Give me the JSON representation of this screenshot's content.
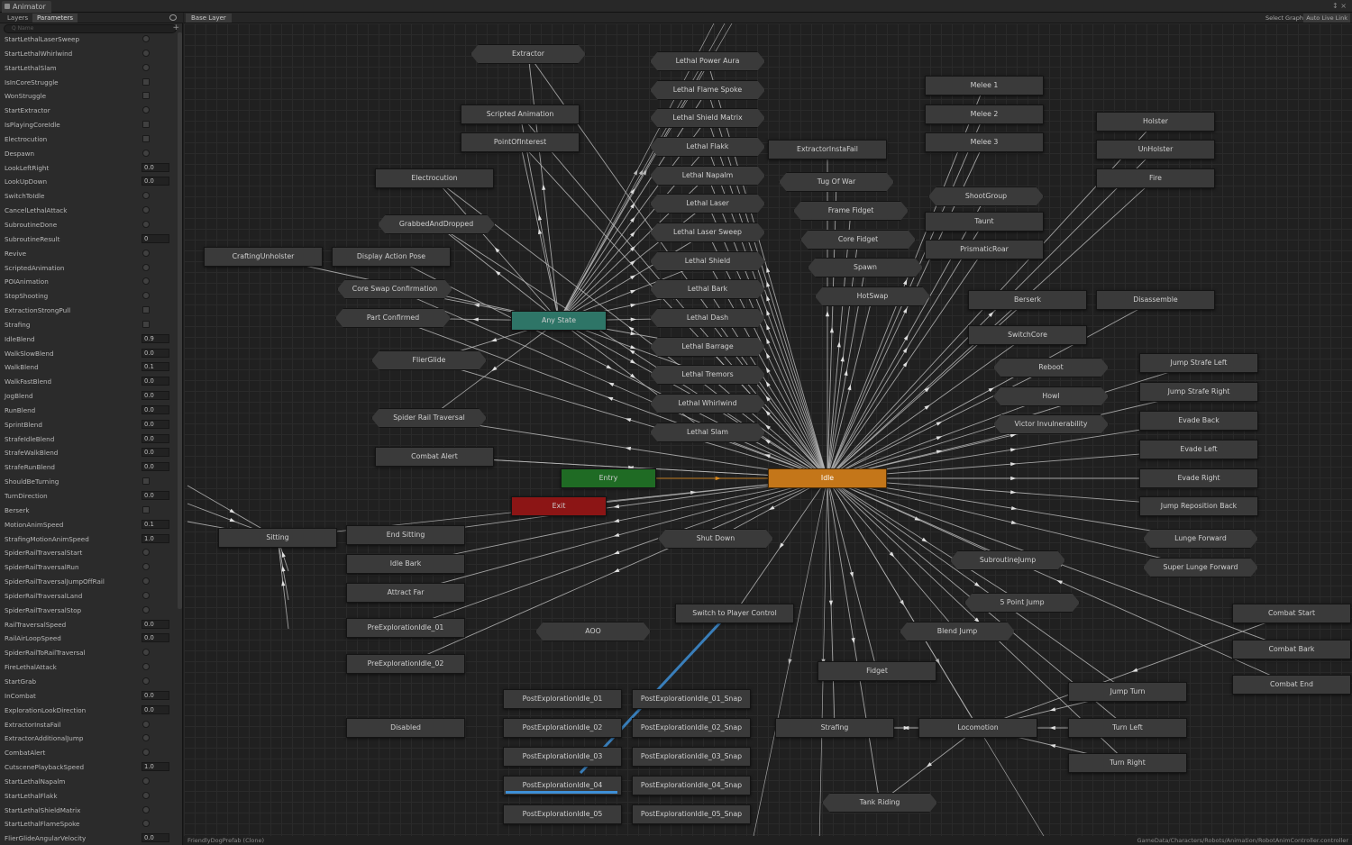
{
  "window": {
    "title": "Animator",
    "controls": "↕ ×"
  },
  "params_panel": {
    "tabs": [
      "Layers",
      "Parameters"
    ],
    "search_placeholder": "Q Name",
    "add_label": "+",
    "params": [
      {
        "name": "StartLethalLaserSweep",
        "kind": "trigger"
      },
      {
        "name": "StartLethalWhirlwind",
        "kind": "trigger"
      },
      {
        "name": "StartLethalSlam",
        "kind": "trigger"
      },
      {
        "name": "IsInCoreStruggle",
        "kind": "bool"
      },
      {
        "name": "WonStruggle",
        "kind": "bool"
      },
      {
        "name": "StartExtractor",
        "kind": "trigger"
      },
      {
        "name": "IsPlayingCoreIdle",
        "kind": "bool"
      },
      {
        "name": "Electrocution",
        "kind": "bool"
      },
      {
        "name": "Despawn",
        "kind": "trigger"
      },
      {
        "name": "LookLeftRight",
        "kind": "float",
        "value": "0.0"
      },
      {
        "name": "LookUpDown",
        "kind": "float",
        "value": "0.0"
      },
      {
        "name": "SwitchToIdle",
        "kind": "trigger"
      },
      {
        "name": "CancelLethalAttack",
        "kind": "trigger"
      },
      {
        "name": "SubroutineDone",
        "kind": "trigger"
      },
      {
        "name": "SubroutineResult",
        "kind": "int",
        "value": "0"
      },
      {
        "name": "Revive",
        "kind": "trigger"
      },
      {
        "name": "ScriptedAnimation",
        "kind": "trigger"
      },
      {
        "name": "POIAnimation",
        "kind": "trigger"
      },
      {
        "name": "StopShooting",
        "kind": "trigger"
      },
      {
        "name": "ExtractionStrongPull",
        "kind": "bool"
      },
      {
        "name": "Strafing",
        "kind": "bool"
      },
      {
        "name": "IdleBlend",
        "kind": "float",
        "value": "0.9"
      },
      {
        "name": "WalkSlowBlend",
        "kind": "float",
        "value": "0.0"
      },
      {
        "name": "WalkBlend",
        "kind": "float",
        "value": "0.1"
      },
      {
        "name": "WalkFastBlend",
        "kind": "float",
        "value": "0.0"
      },
      {
        "name": "JogBlend",
        "kind": "float",
        "value": "0.0"
      },
      {
        "name": "RunBlend",
        "kind": "float",
        "value": "0.0"
      },
      {
        "name": "SprintBlend",
        "kind": "float",
        "value": "0.0"
      },
      {
        "name": "StrafeIdleBlend",
        "kind": "float",
        "value": "0.0"
      },
      {
        "name": "StrafeWalkBlend",
        "kind": "float",
        "value": "0.0"
      },
      {
        "name": "StrafeRunBlend",
        "kind": "float",
        "value": "0.0"
      },
      {
        "name": "ShouldBeTurning",
        "kind": "bool"
      },
      {
        "name": "TurnDirection",
        "kind": "float",
        "value": "0.0"
      },
      {
        "name": "Berserk",
        "kind": "bool"
      },
      {
        "name": "MotionAnimSpeed",
        "kind": "float",
        "value": "0.1"
      },
      {
        "name": "StrafingMotionAnimSpeed",
        "kind": "float",
        "value": "1.0"
      },
      {
        "name": "SpiderRailTraversalStart",
        "kind": "trigger"
      },
      {
        "name": "SpiderRailTraversalRun",
        "kind": "trigger"
      },
      {
        "name": "SpiderRailTraversalJumpOffRail",
        "kind": "trigger"
      },
      {
        "name": "SpiderRailTraversalLand",
        "kind": "trigger"
      },
      {
        "name": "SpiderRailTraversalStop",
        "kind": "trigger"
      },
      {
        "name": "RailTraversalSpeed",
        "kind": "float",
        "value": "0.0"
      },
      {
        "name": "RailAirLoopSpeed",
        "kind": "float",
        "value": "0.0"
      },
      {
        "name": "SpiderRailToRailTraversal",
        "kind": "trigger"
      },
      {
        "name": "FireLethalAttack",
        "kind": "trigger"
      },
      {
        "name": "StartGrab",
        "kind": "trigger"
      },
      {
        "name": "InCombat",
        "kind": "float",
        "value": "0.0"
      },
      {
        "name": "ExplorationLookDirection",
        "kind": "float",
        "value": "0.0"
      },
      {
        "name": "ExtractorInstaFail",
        "kind": "trigger"
      },
      {
        "name": "ExtractorAdditionalJump",
        "kind": "trigger"
      },
      {
        "name": "CombatAlert",
        "kind": "trigger"
      },
      {
        "name": "CutscenePlaybackSpeed",
        "kind": "float",
        "value": "1.0"
      },
      {
        "name": "StartLethalNapalm",
        "kind": "trigger"
      },
      {
        "name": "StartLethalFlakk",
        "kind": "trigger"
      },
      {
        "name": "StartLethalShieldMatrix",
        "kind": "trigger"
      },
      {
        "name": "StartLethalFlameSpoke",
        "kind": "trigger"
      },
      {
        "name": "FlierGlideAngularVelocity",
        "kind": "float",
        "value": "0.0"
      }
    ]
  },
  "graph": {
    "breadcrumb": "Base Layer",
    "select_graph": "Select Graph",
    "auto_live_link": "Auto Live Link",
    "status_left": "FriendlyDogPrefab (Clone)",
    "status_right": "GameData/Characters/Robots/Animation/RobotAnimController.controller",
    "colors": {
      "idle": "#c47619",
      "entry": "#1f6b24",
      "any_state": "#2e7567",
      "exit": "#8c1515",
      "progress": "#3e8fd6"
    },
    "nodes": [
      {
        "id": "idle",
        "label": "Idle",
        "type": "idle"
      },
      {
        "id": "entry",
        "label": "Entry",
        "type": "entry"
      },
      {
        "id": "anystate",
        "label": "Any State",
        "type": "anystate"
      },
      {
        "id": "exit",
        "label": "Exit",
        "type": "exit"
      },
      {
        "id": "extractor",
        "label": "Extractor",
        "type": "sub"
      },
      {
        "id": "scripted",
        "label": "Scripted Animation",
        "type": "state"
      },
      {
        "id": "poi",
        "label": "PointOfInterest",
        "type": "state"
      },
      {
        "id": "electrocution",
        "label": "Electrocution",
        "type": "state"
      },
      {
        "id": "grabbed",
        "label": "GrabbedAndDropped",
        "type": "sub"
      },
      {
        "id": "crafting",
        "label": "CraftingUnholster",
        "type": "state"
      },
      {
        "id": "displaypose",
        "label": "Display Action Pose",
        "type": "state"
      },
      {
        "id": "coreswap",
        "label": "Core Swap Confirmation",
        "type": "sub"
      },
      {
        "id": "partconfirmed",
        "label": "Part Confirmed",
        "type": "sub"
      },
      {
        "id": "flierglide",
        "label": "FlierGlide",
        "type": "sub"
      },
      {
        "id": "spiderrail",
        "label": "Spider Rail Traversal",
        "type": "sub"
      },
      {
        "id": "combatalert",
        "label": "Combat Alert",
        "type": "state"
      },
      {
        "id": "lpoweraura",
        "label": "Lethal Power Aura",
        "type": "sub"
      },
      {
        "id": "lflamespoke",
        "label": "Lethal Flame Spoke",
        "type": "sub"
      },
      {
        "id": "lshieldmatrix",
        "label": "Lethal Shield Matrix",
        "type": "sub"
      },
      {
        "id": "lflakk",
        "label": "Lethal Flakk",
        "type": "sub"
      },
      {
        "id": "lnapalm",
        "label": "Lethal Napalm",
        "type": "sub"
      },
      {
        "id": "llaser",
        "label": "Lethal Laser",
        "type": "sub"
      },
      {
        "id": "llasersweep",
        "label": "Lethal Laser Sweep",
        "type": "sub"
      },
      {
        "id": "lshield",
        "label": "Lethal Shield",
        "type": "sub"
      },
      {
        "id": "lbark",
        "label": "Lethal Bark",
        "type": "sub"
      },
      {
        "id": "ldash",
        "label": "Lethal Dash",
        "type": "sub"
      },
      {
        "id": "lbarrage",
        "label": "Lethal Barrage",
        "type": "sub"
      },
      {
        "id": "ltremors",
        "label": "Lethal Tremors",
        "type": "sub"
      },
      {
        "id": "lwhirlwind",
        "label": "Lethal Whirlwind",
        "type": "sub"
      },
      {
        "id": "lslam",
        "label": "Lethal Slam",
        "type": "sub"
      },
      {
        "id": "extractorfail",
        "label": "ExtractorInstaFail",
        "type": "state"
      },
      {
        "id": "tugofwar",
        "label": "Tug Of War",
        "type": "sub"
      },
      {
        "id": "framefidget",
        "label": "Frame Fidget",
        "type": "sub"
      },
      {
        "id": "corefidget",
        "label": "Core Fidget",
        "type": "sub"
      },
      {
        "id": "spawn",
        "label": "Spawn",
        "type": "sub"
      },
      {
        "id": "hotswap",
        "label": "HotSwap",
        "type": "sub"
      },
      {
        "id": "melee1",
        "label": "Melee 1",
        "type": "state"
      },
      {
        "id": "melee2",
        "label": "Melee 2",
        "type": "state"
      },
      {
        "id": "melee3",
        "label": "Melee 3",
        "type": "state"
      },
      {
        "id": "shootgroup",
        "label": "ShootGroup",
        "type": "sub"
      },
      {
        "id": "taunt",
        "label": "Taunt",
        "type": "state"
      },
      {
        "id": "prismaticroar",
        "label": "PrismaticRoar",
        "type": "state"
      },
      {
        "id": "holster",
        "label": "Holster",
        "type": "state"
      },
      {
        "id": "unholster",
        "label": "UnHolster",
        "type": "state"
      },
      {
        "id": "fire",
        "label": "Fire",
        "type": "state"
      },
      {
        "id": "berserk",
        "label": "Berserk",
        "type": "state"
      },
      {
        "id": "disassemble",
        "label": "Disassemble",
        "type": "state"
      },
      {
        "id": "switchcore",
        "label": "SwitchCore",
        "type": "state"
      },
      {
        "id": "reboot",
        "label": "Reboot",
        "type": "sub"
      },
      {
        "id": "howl",
        "label": "Howl",
        "type": "sub"
      },
      {
        "id": "victor",
        "label": "Victor Invulnerability",
        "type": "sub"
      },
      {
        "id": "jstrafel",
        "label": "Jump Strafe Left",
        "type": "state"
      },
      {
        "id": "jstrafer",
        "label": "Jump Strafe Right",
        "type": "state"
      },
      {
        "id": "evadeback",
        "label": "Evade Back",
        "type": "state"
      },
      {
        "id": "evadeleft",
        "label": "Evade Left",
        "type": "state"
      },
      {
        "id": "evaderight",
        "label": "Evade Right",
        "type": "state"
      },
      {
        "id": "jreposback",
        "label": "Jump Reposition Back",
        "type": "state"
      },
      {
        "id": "lungefwd",
        "label": "Lunge Forward",
        "type": "sub"
      },
      {
        "id": "superlunge",
        "label": "Super Lunge Forward",
        "type": "sub"
      },
      {
        "id": "subjump",
        "label": "SubroutineJump",
        "type": "sub"
      },
      {
        "id": "fivepoint",
        "label": "5 Point Jump",
        "type": "sub"
      },
      {
        "id": "blendjump",
        "label": "Blend Jump",
        "type": "sub"
      },
      {
        "id": "combatstart",
        "label": "Combat Start",
        "type": "state"
      },
      {
        "id": "combatbark",
        "label": "Combat Bark",
        "type": "state"
      },
      {
        "id": "combatend",
        "label": "Combat End",
        "type": "state"
      },
      {
        "id": "sitting",
        "label": "Sitting",
        "type": "state"
      },
      {
        "id": "endsitting",
        "label": "End Sitting",
        "type": "state"
      },
      {
        "id": "idlebark",
        "label": "Idle Bark",
        "type": "state"
      },
      {
        "id": "attractfar",
        "label": "Attract Far",
        "type": "state"
      },
      {
        "id": "preexp1",
        "label": "PreExplorationIdle_01",
        "type": "state"
      },
      {
        "id": "preexp2",
        "label": "PreExplorationIdle_02",
        "type": "state"
      },
      {
        "id": "disabled",
        "label": "Disabled",
        "type": "state"
      },
      {
        "id": "shutdown",
        "label": "Shut Down",
        "type": "sub"
      },
      {
        "id": "switchplayer",
        "label": "Switch to Player Control",
        "type": "state"
      },
      {
        "id": "aoo",
        "label": "AOO",
        "type": "sub"
      },
      {
        "id": "fidget",
        "label": "Fidget",
        "type": "state"
      },
      {
        "id": "post1",
        "label": "PostExplorationIdle_01",
        "type": "state"
      },
      {
        "id": "post2",
        "label": "PostExplorationIdle_02",
        "type": "state"
      },
      {
        "id": "post3",
        "label": "PostExplorationIdle_03",
        "type": "state"
      },
      {
        "id": "post4",
        "label": "PostExplorationIdle_04",
        "type": "state",
        "progress": 0.97
      },
      {
        "id": "post5",
        "label": "PostExplorationIdle_05",
        "type": "state"
      },
      {
        "id": "snap1",
        "label": "PostExplorationIdle_01_Snap",
        "type": "state"
      },
      {
        "id": "snap2",
        "label": "PostExplorationIdle_02_Snap",
        "type": "state"
      },
      {
        "id": "snap3",
        "label": "PostExplorationIdle_03_Snap",
        "type": "state"
      },
      {
        "id": "snap4",
        "label": "PostExplorationIdle_04_Snap",
        "type": "state"
      },
      {
        "id": "snap5",
        "label": "PostExplorationIdle_05_Snap",
        "type": "state"
      },
      {
        "id": "strafing",
        "label": "Strafing",
        "type": "state"
      },
      {
        "id": "locomotion",
        "label": "Locomotion",
        "type": "state"
      },
      {
        "id": "jumpturn",
        "label": "Jump Turn",
        "type": "state"
      },
      {
        "id": "turnleft",
        "label": "Turn Left",
        "type": "state"
      },
      {
        "id": "turnright",
        "label": "Turn Right",
        "type": "state"
      },
      {
        "id": "tankriding",
        "label": "Tank Riding",
        "type": "sub"
      }
    ]
  }
}
